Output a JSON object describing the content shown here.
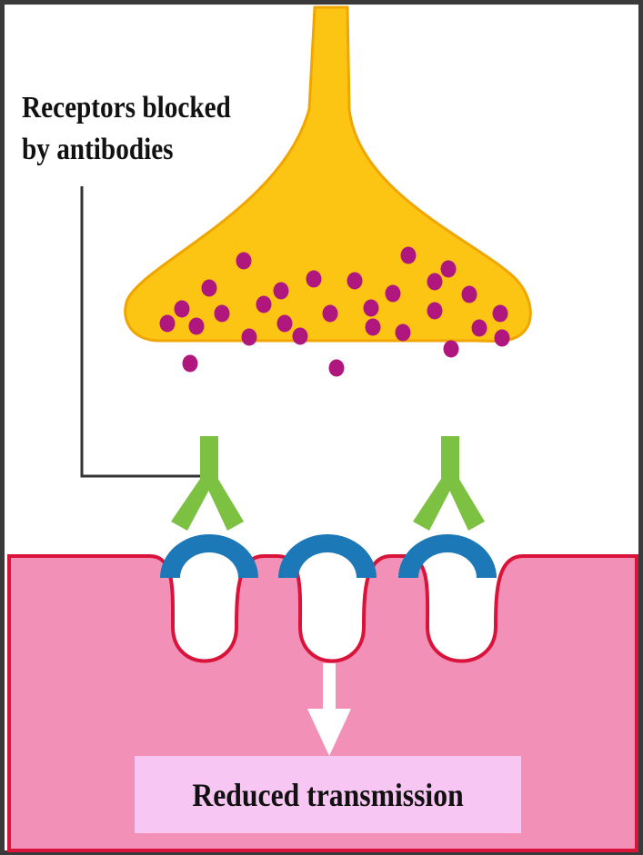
{
  "labels": {
    "receptor_line1": "Receptors blocked",
    "receptor_line2": "by antibodies",
    "result": "Reduced transmission"
  },
  "colors": {
    "presynaptic_terminal": "#fdc513",
    "terminal_outline": "#f0a500",
    "neurotransmitter": "#b0177e",
    "antibody": "#7dc142",
    "receptor": "#1c78b6",
    "postsynaptic_membrane": "#f290b8",
    "membrane_outline": "#d9133a",
    "result_box": "#f8c6f2"
  },
  "counts": {
    "antibodies": 2,
    "receptors": 3,
    "neurotransmitter_molecules": 29
  }
}
